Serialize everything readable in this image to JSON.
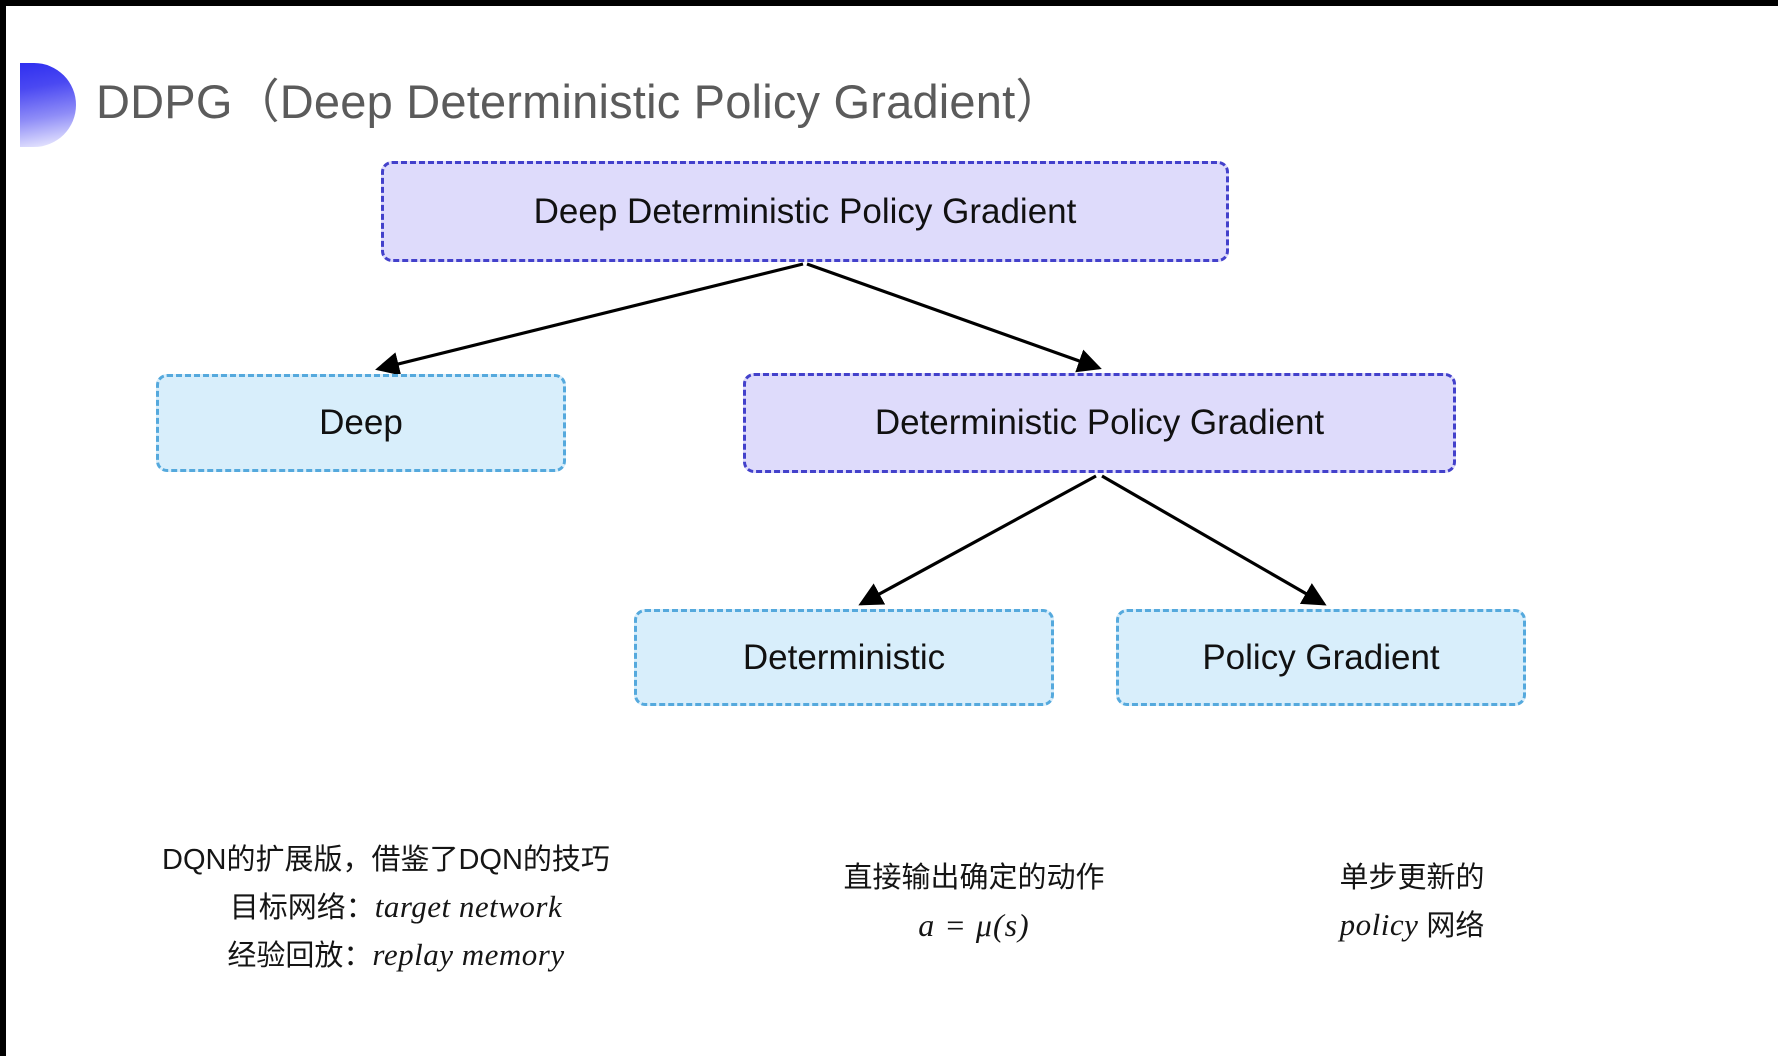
{
  "slide": {
    "title": "DDPG（Deep Deterministic Policy Gradient）",
    "background_color": "#ffffff",
    "title_color": "#5b5b5b",
    "accent_gradient_from": "#2f2ff0",
    "accent_gradient_to": "#f5f5ff"
  },
  "palette": {
    "purple_fill": "#dedbfb",
    "purple_border": "#4341cb",
    "cyan_fill": "#d8eefb",
    "cyan_border": "#55a9dd",
    "arrow_color": "#000000"
  },
  "diagram": {
    "type": "tree",
    "nodes": [
      {
        "id": "root",
        "label": "Deep Deterministic Policy Gradient",
        "style": "purple",
        "level": 0
      },
      {
        "id": "deep",
        "label": "Deep",
        "style": "cyan",
        "level": 1
      },
      {
        "id": "dpg",
        "label": "Deterministic Policy Gradient",
        "style": "purple",
        "level": 1
      },
      {
        "id": "det",
        "label": "Deterministic",
        "style": "cyan",
        "level": 2
      },
      {
        "id": "pg",
        "label": "Policy Gradient",
        "style": "cyan",
        "level": 2
      }
    ],
    "edges": [
      {
        "from": "root",
        "to": "deep"
      },
      {
        "from": "root",
        "to": "dpg"
      },
      {
        "from": "dpg",
        "to": "det"
      },
      {
        "from": "dpg",
        "to": "pg"
      }
    ]
  },
  "annotations": {
    "deep": {
      "line1": "DQN的扩展版，借鉴了DQN的技巧",
      "line2_label": "目标网络：",
      "line2_term": "target network",
      "line3_label": "经验回放：",
      "line3_term": "replay memory"
    },
    "deterministic": {
      "line1": "直接输出确定的动作",
      "formula": "a = μ(s)"
    },
    "policy_gradient": {
      "line1": "单步更新的",
      "line2_term": "policy",
      "line2_tail": " 网络"
    }
  }
}
